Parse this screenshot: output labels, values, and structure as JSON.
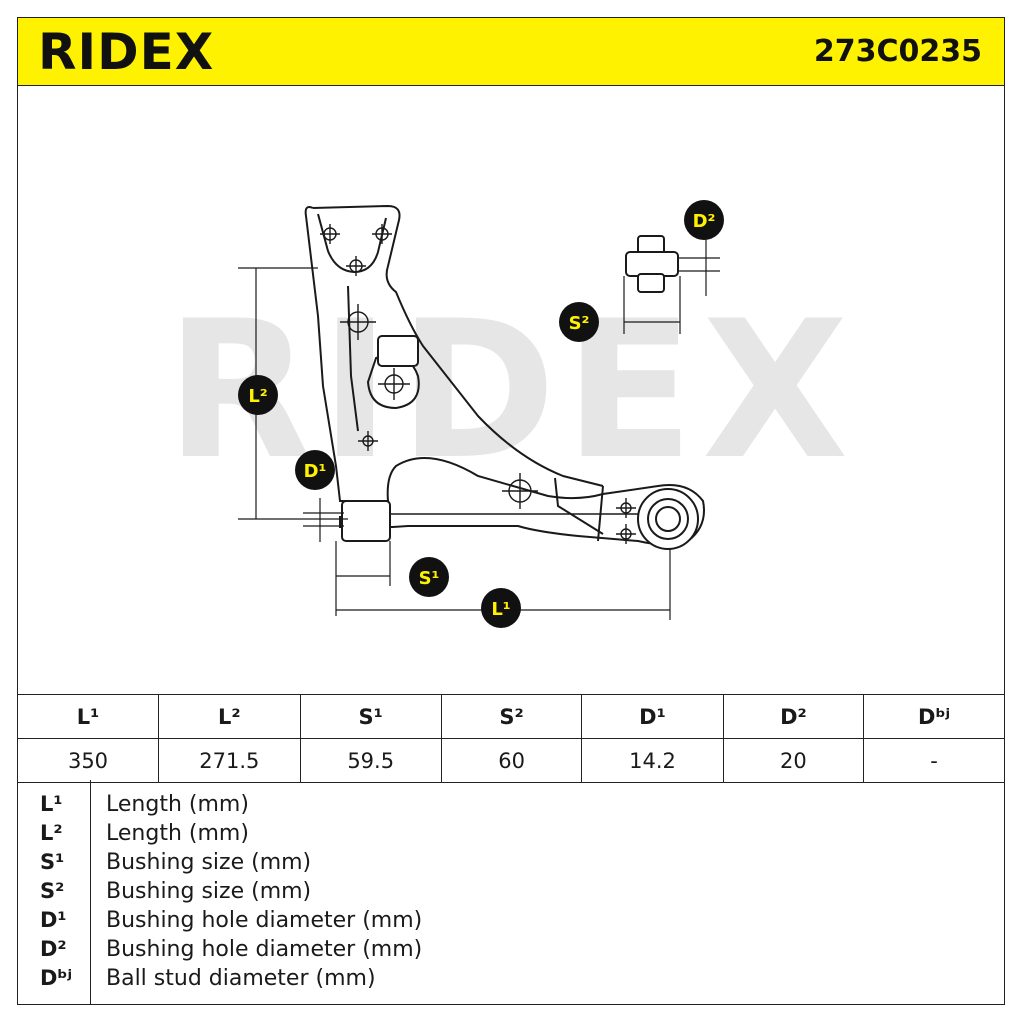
{
  "header": {
    "brand": "RIDEX",
    "part_number": "273C0235",
    "background": "#fff200"
  },
  "drawing": {
    "watermark": "RIDEX",
    "callouts": {
      "L1": "L¹",
      "L2": "L²",
      "S1": "S¹",
      "S2": "S²",
      "D1": "D¹",
      "D2": "D²"
    },
    "callout_fill": "#111111",
    "callout_text_color": "#fff200"
  },
  "specs": {
    "headers": [
      "L¹",
      "L²",
      "S¹",
      "S²",
      "D¹",
      "D²",
      "Dᵇʲ"
    ],
    "values": [
      "350",
      "271.5",
      "59.5",
      "60",
      "14.2",
      "20",
      "-"
    ]
  },
  "legend": [
    {
      "code": "L¹",
      "desc": "Length (mm)"
    },
    {
      "code": "L²",
      "desc": "Length (mm)"
    },
    {
      "code": "S¹",
      "desc": "Bushing size (mm)"
    },
    {
      "code": "S²",
      "desc": "Bushing size (mm)"
    },
    {
      "code": "D¹",
      "desc": "Bushing hole diameter (mm)"
    },
    {
      "code": "D²",
      "desc": "Bushing hole diameter (mm)"
    },
    {
      "code": "Dᵇʲ",
      "desc": "Ball stud diameter (mm)"
    }
  ]
}
